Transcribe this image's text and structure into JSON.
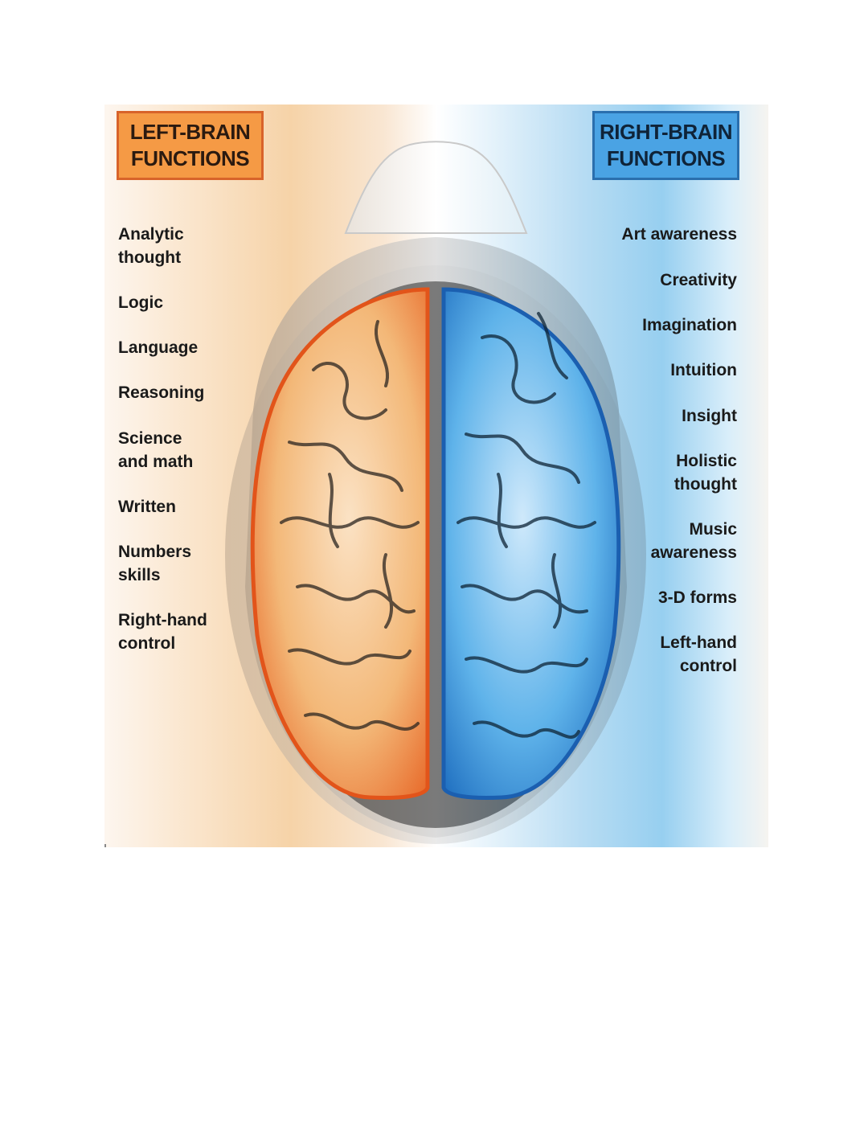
{
  "diagram": {
    "left": {
      "title": "LEFT-BRAIN\nFUNCTIONS",
      "title_line1": "LEFT-BRAIN",
      "title_line2": "FUNCTIONS",
      "color": "#f59a45",
      "functions": [
        "Analytic\nthought",
        "Logic",
        "Language",
        "Reasoning",
        "Science\nand math",
        "Written",
        "Numbers\nskills",
        "Right-hand\ncontrol"
      ]
    },
    "right": {
      "title": "RIGHT-BRAIN\nFUNCTIONS",
      "title_line1": "RIGHT-BRAIN",
      "title_line2": "FUNCTIONS",
      "color": "#4aa3e4",
      "functions": [
        "Art awareness",
        "Creativity",
        "Imagination",
        "Intuition",
        "Insight",
        "Holistic\nthought",
        "Music\nawareness",
        "3-D forms",
        "Left-hand\ncontrol"
      ]
    },
    "illustration": "top-view-brain-hemispheres"
  }
}
